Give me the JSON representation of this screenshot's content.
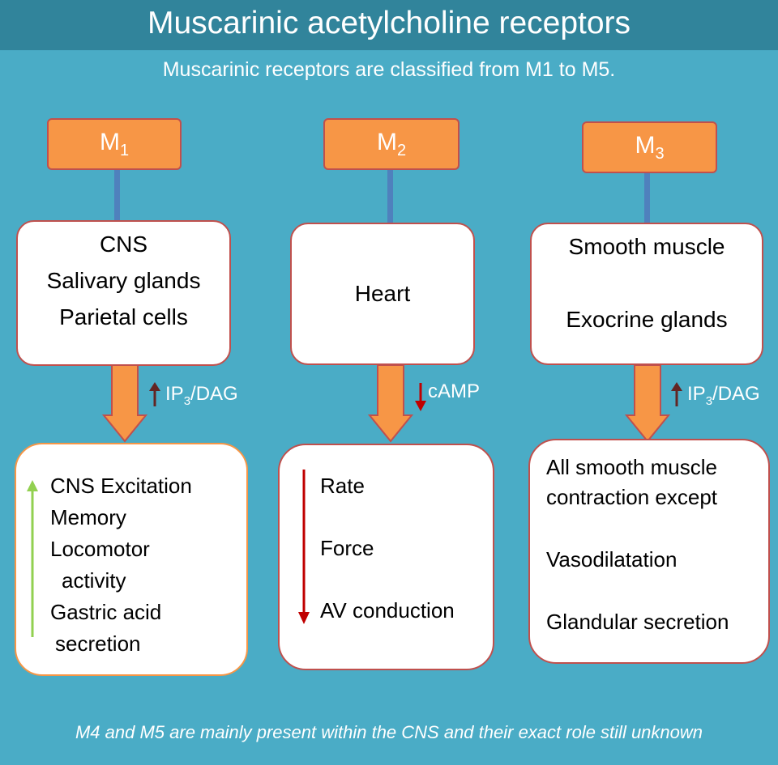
{
  "title": "Muscarinic acetylcholine receptors",
  "subtitle": "Muscarinic receptors are classified from M1 to M5.",
  "receptors": [
    {
      "main": "M",
      "sub": "1",
      "targets": [
        "CNS",
        "Salivary glands",
        "Parietal cells"
      ],
      "messenger": {
        "direction": "up",
        "main": "IP",
        "sub": "3",
        "rest": "/DAG"
      },
      "effects": [
        "CNS Excitation",
        "Memory",
        "Locomotor",
        "activity",
        "Gastric acid",
        "secretion"
      ],
      "effect_direction": "up"
    },
    {
      "main": "M",
      "sub": "2",
      "targets": [
        "Heart"
      ],
      "messenger": {
        "direction": "down",
        "main": "cAMP",
        "sub": "",
        "rest": ""
      },
      "effects": [
        "Rate",
        "Force",
        "AV conduction"
      ],
      "effect_direction": "down"
    },
    {
      "main": "M",
      "sub": "3",
      "targets": [
        "Smooth muscle",
        "Exocrine glands"
      ],
      "messenger": {
        "direction": "up",
        "main": "IP",
        "sub": "3",
        "rest": "/DAG"
      },
      "effects": [
        "All smooth muscle",
        "contraction except",
        "Vasodilatation",
        "Glandular secretion"
      ],
      "effect_direction": ""
    }
  ],
  "footer": "M4 and M5 are mainly present within the CNS and their exact role still unknown",
  "colors": {
    "background": "#4aacc6",
    "title_bar": "#31849b",
    "receptor_fill": "#f79646",
    "box_border": "#c0504d",
    "connector": "#4f81bd",
    "up_arrow_messenger": "#632523",
    "down_arrow": "#c00000",
    "up_arrow_effect": "#92d050"
  }
}
